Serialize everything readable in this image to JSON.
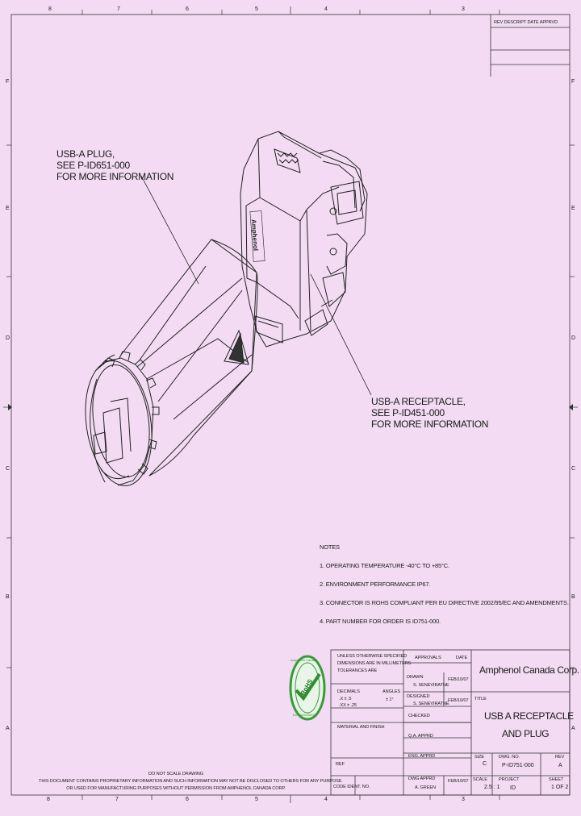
{
  "border": {
    "top_numbers": [
      "8",
      "7",
      "6",
      "5",
      "4",
      "3"
    ],
    "bottom_numbers": [
      "8",
      "7",
      "6",
      "5",
      "4",
      "3"
    ],
    "left_letters": [
      "F",
      "E",
      "D",
      "C",
      "B",
      "A"
    ],
    "right_letters": [
      "F",
      "E",
      "D",
      "C",
      "B",
      "A"
    ]
  },
  "revision_block": {
    "header": "REV DESCRIPT DATE APPRVD"
  },
  "callouts": {
    "plug": [
      "USB-A PLUG,",
      "SEE P-ID651-000",
      "FOR MORE INFORMATION"
    ],
    "receptacle": [
      "USB-A RECEPTACLE,",
      "SEE P-ID451-000",
      "FOR MORE INFORMATION"
    ]
  },
  "product_marking": "Amphenol",
  "notes": {
    "heading": "NOTES",
    "items": [
      "1. OPERATING TEMPERATURE -40°C TO +85°C.",
      "2. ENVIRONMENT PERFORMANCE IP67.",
      "3. CONNECTOR IS ROHS COMPLIANT PER EU DIRECTIVE 2002/95/EC AND AMENDMENTS.",
      "4. PART NUMBER FOR ORDER IS ID751-000."
    ]
  },
  "rohs_logo": {
    "line1": "Amphenol Canada",
    "line2": "RoHS",
    "line3": "EU 2002/95/EC"
  },
  "title_block": {
    "tolerance_text": [
      "UNLESS OTHERWISE SPECIFIED",
      "DIMENSIONS ARE IN MILLIMETERS",
      "TOLERANCES ARE"
    ],
    "decimals_label": "DECIMALS",
    "decimals_values": [
      ".X  ± .5",
      ".XX ± .25"
    ],
    "angles_label": "ANGLES",
    "angles_value": "± 1°",
    "material_label": "MATERIAL AND FINISH",
    "approvals_label": "APPROVALS",
    "date_label": "DATE",
    "drawn_label": "DRAWN",
    "drawn_name": "S. SENEVIRATNE",
    "drawn_date": "FEB/10/07",
    "designed_label": "DESIGNED",
    "designed_name": "S. SENEVIRATNE",
    "designed_date": "FEB/10/07",
    "checked_label": "CHECKED",
    "qa_label": "Q.A. APPRD",
    "eng_label": "ENG. APPRD",
    "dwg_label": "DWG APPRD",
    "dwg_name": "A. GREEN",
    "dwg_date": "FEB/10/07",
    "ref_label": "REF",
    "company": "Amphenol Canada Corp.",
    "title_label": "TITLE",
    "title_lines": [
      "USB A RECEPTACLE",
      "AND PLUG"
    ],
    "size_label": "SIZE",
    "size_value": "C",
    "dwg_no_label": "DWG. NO.",
    "dwg_no_value": "P-ID751-000",
    "rev_label": "REV",
    "rev_value": "A",
    "code_label": "CODE IDENT. NO.",
    "scale_label": "SCALE",
    "scale_value": "2.5 : 1",
    "project_label": "PROJECT",
    "project_value": "ID",
    "sheet_label": "SHEET",
    "sheet_value": "1 OF 2"
  },
  "disclaimer": [
    "DO NOT SCALE DRAWING",
    "THIS DOCUMENT CONTAINS PROPRIETARY INFORMATION AND SUCH INFORMATION MAY NOT BE DISCLOSED TO OTHERS FOR ANY PURPOSE",
    "OR USED FOR MANUFACTURING PURPOSES WITHOUT PERMISSION FROM AMPHENOL CANADA CORP."
  ]
}
